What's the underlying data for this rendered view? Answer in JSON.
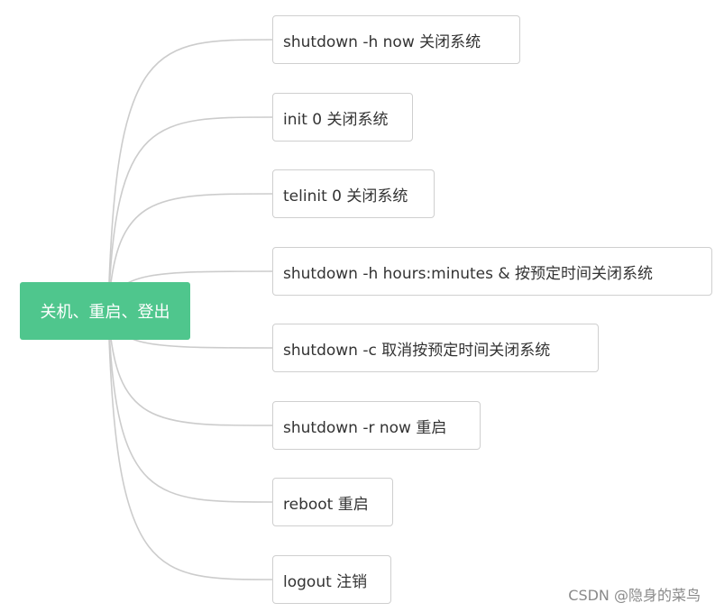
{
  "root": {
    "label": "关机、重启、登出"
  },
  "branches": [
    {
      "label": "shutdown -h now 关闭系统"
    },
    {
      "label": "init 0 关闭系统"
    },
    {
      "label": "telinit 0 关闭系统"
    },
    {
      "label": "shutdown -h hours:minutes & 按预定时间关闭系统"
    },
    {
      "label": "shutdown -c 取消按预定时间关闭系统"
    },
    {
      "label": "shutdown -r now 重启"
    },
    {
      "label": "reboot 重启"
    },
    {
      "label": "logout 注销"
    }
  ],
  "watermark": "CSDN @隐身的菜鸟",
  "colors": {
    "root_fill": "#4fc68d",
    "connector": "#cccccc",
    "node_border": "#cfcfcf"
  }
}
